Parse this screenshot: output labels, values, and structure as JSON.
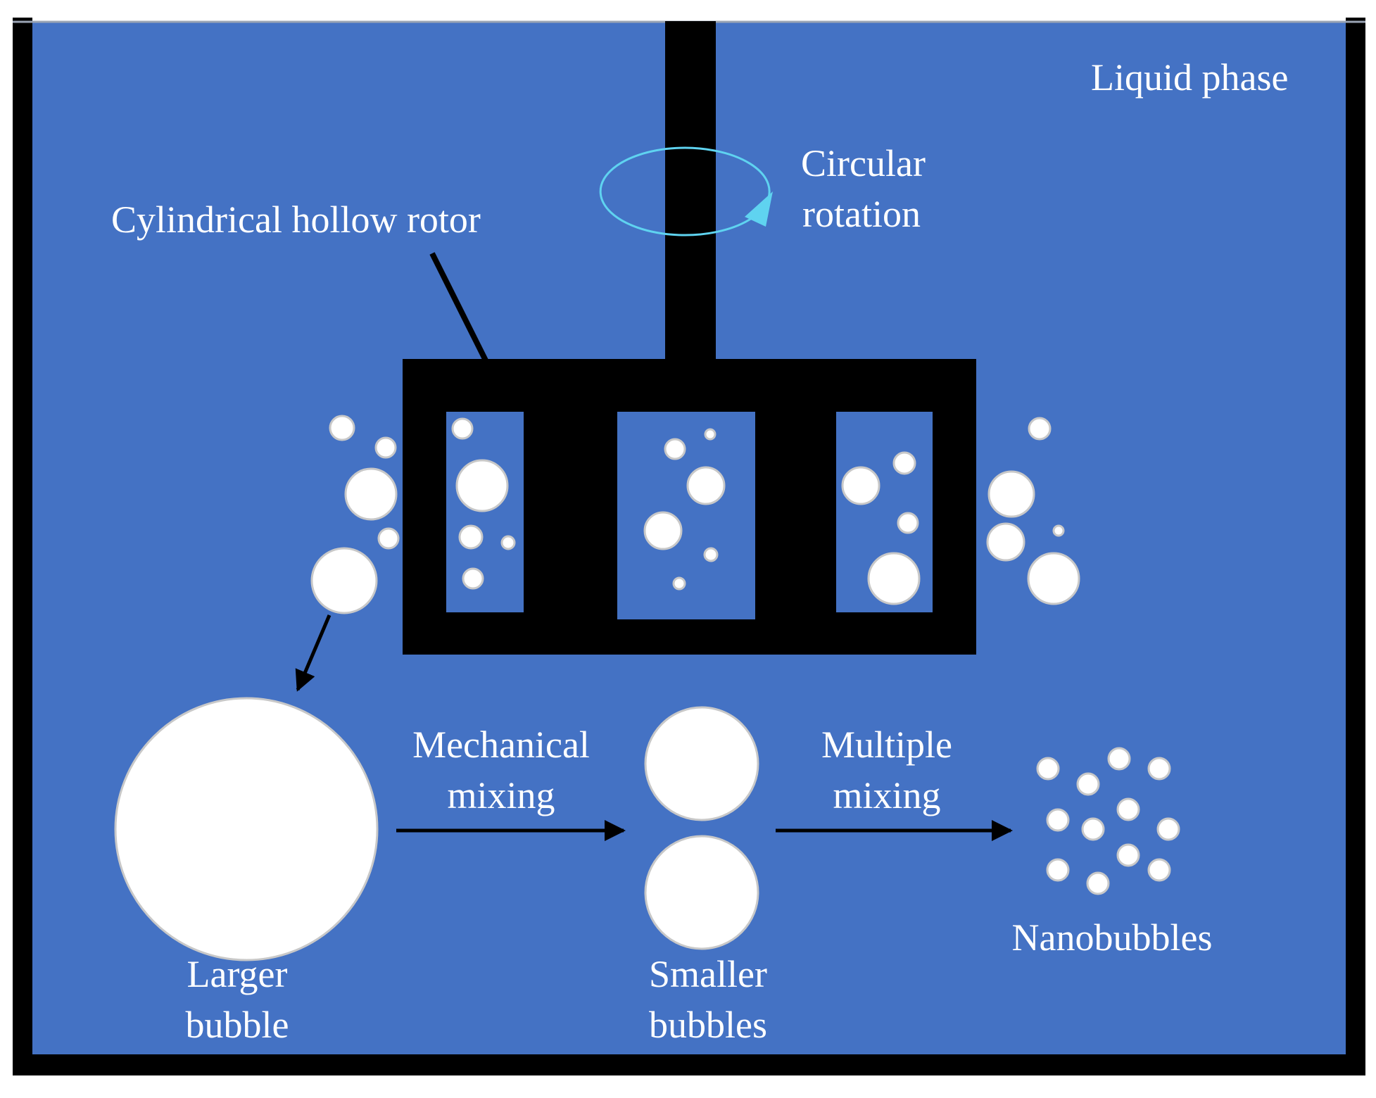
{
  "labels": {
    "liquid_phase": "Liquid phase",
    "rotation_line1": "Circular",
    "rotation_line2": "rotation",
    "rotor": "Cylindrical hollow rotor",
    "mech_line1": "Mechanical",
    "mech_line2": "mixing",
    "multi_line1": "Multiple",
    "multi_line2": "mixing",
    "larger_line1": "Larger",
    "larger_line2": "bubble",
    "smaller_line1": "Smaller",
    "smaller_line2": "bubbles",
    "nano": "Nanobubbles"
  },
  "colors": {
    "liquid": "#4472c4",
    "rotor": "#000000",
    "bubble": "#ffffff",
    "rotation_arrow": "#5fd3f0"
  }
}
